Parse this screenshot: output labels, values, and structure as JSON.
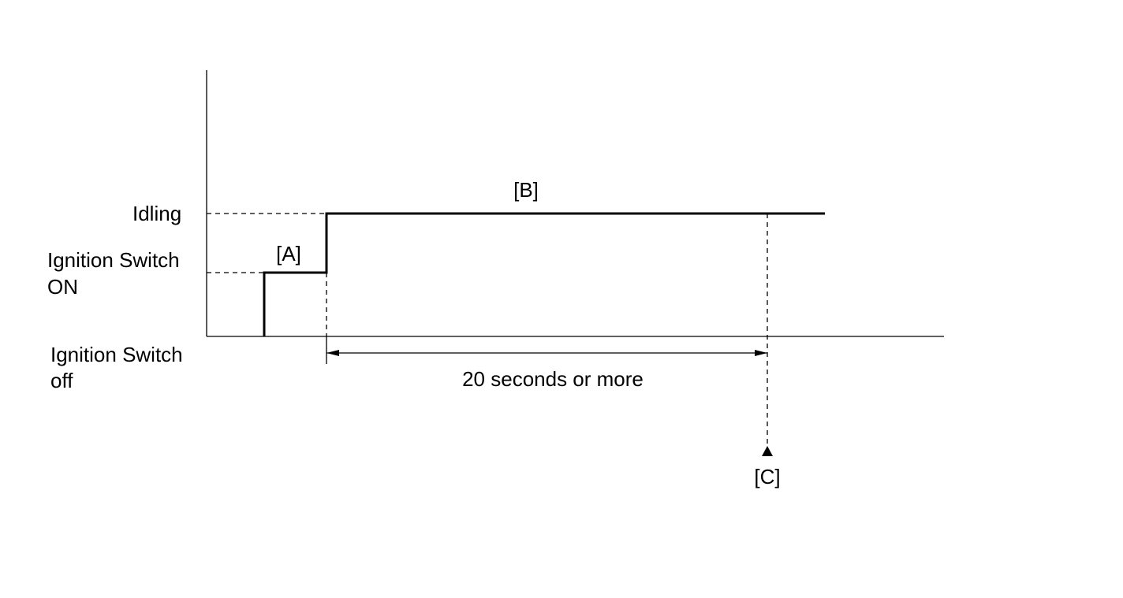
{
  "levels": {
    "idling": "Idling",
    "ignition_on_line1": "Ignition Switch",
    "ignition_on_line2": "ON",
    "ignition_off_line1": "Ignition Switch",
    "ignition_off_line2": "off"
  },
  "markers": {
    "a": "[A]",
    "b": "[B]",
    "c": "[C]"
  },
  "duration_label": "20 seconds or more"
}
